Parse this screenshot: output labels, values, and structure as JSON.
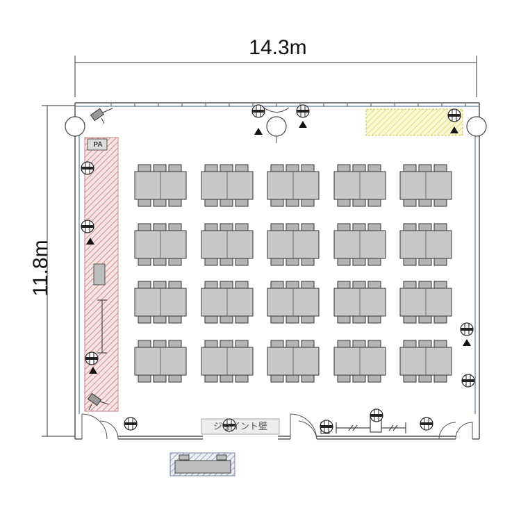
{
  "dimensions": {
    "width_label": "14.3m",
    "height_label": "11.8m"
  },
  "labels": {
    "pa": "PA",
    "joint_wall": "ジョイント壁"
  },
  "layout": {
    "table_rows": 4,
    "table_columns": 5,
    "chairs_per_side": 3,
    "table_color": "#c8c8c8",
    "chair_color": "#b4b4b4",
    "stage_hatch_color": "#d98a8a",
    "highlight_hatch_color": "#e9e49a",
    "wall_line_color": "#7f97b8"
  },
  "icons": [
    "spotlight-icon",
    "projector-icon",
    "power-outlet-icon",
    "floor-outlet-icon",
    "door-swing-icon",
    "column-icon"
  ]
}
